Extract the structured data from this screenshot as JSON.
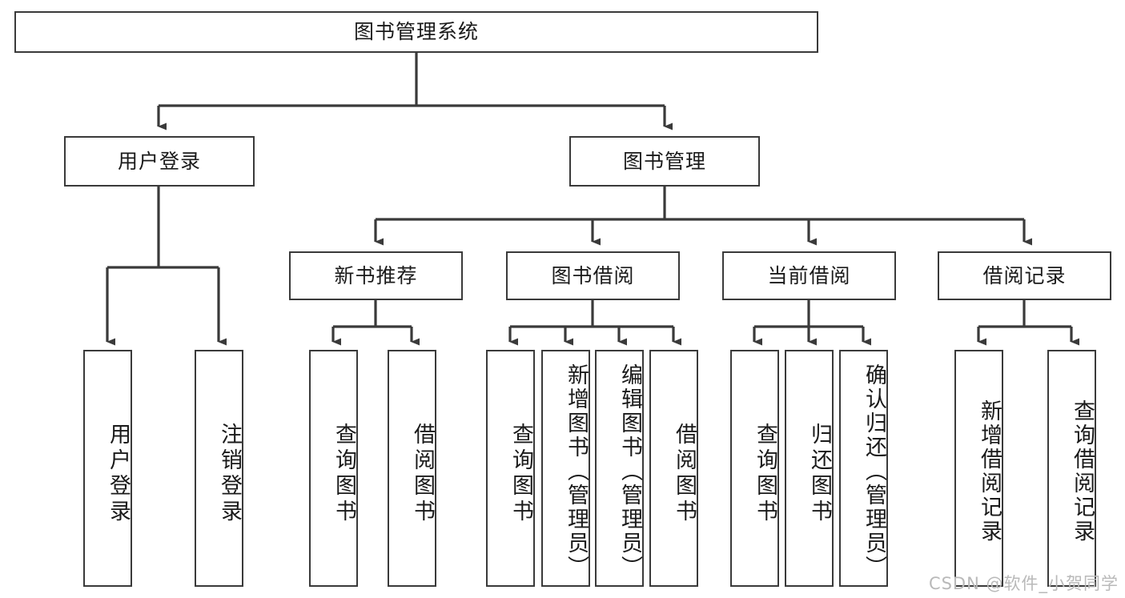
{
  "diagram": {
    "title": "图书管理系统",
    "type": "tree",
    "stroke_color": "#3a3a3a",
    "text_color": "#1a1a1a",
    "background": "#ffffff"
  },
  "root": {
    "label": "图书管理系统"
  },
  "level2": [
    {
      "label": "用户登录"
    },
    {
      "label": "图书管理"
    }
  ],
  "level3": [
    {
      "label": "新书推荐"
    },
    {
      "label": "图书借阅"
    },
    {
      "label": "当前借阅"
    },
    {
      "label": "借阅记录"
    }
  ],
  "leaves": {
    "user_login": [
      {
        "label": "用户登录"
      },
      {
        "label": "注销登录"
      }
    ],
    "new_book": [
      {
        "label": "查询图书"
      },
      {
        "label": "借阅图书"
      }
    ],
    "book_borrow": [
      {
        "label": "查询图书"
      },
      {
        "label": "新增图书（管理员）"
      },
      {
        "label": "编辑图书（管理员）"
      },
      {
        "label": "借阅图书"
      }
    ],
    "current_borrow": [
      {
        "label": "查询图书"
      },
      {
        "label": "归还图书"
      },
      {
        "label": "确认归还（管理员）"
      }
    ],
    "borrow_record": [
      {
        "label": "新增借阅记录"
      },
      {
        "label": "查询借阅记录"
      }
    ]
  },
  "watermark": {
    "text": "CSDN @软件_小贺同学"
  }
}
